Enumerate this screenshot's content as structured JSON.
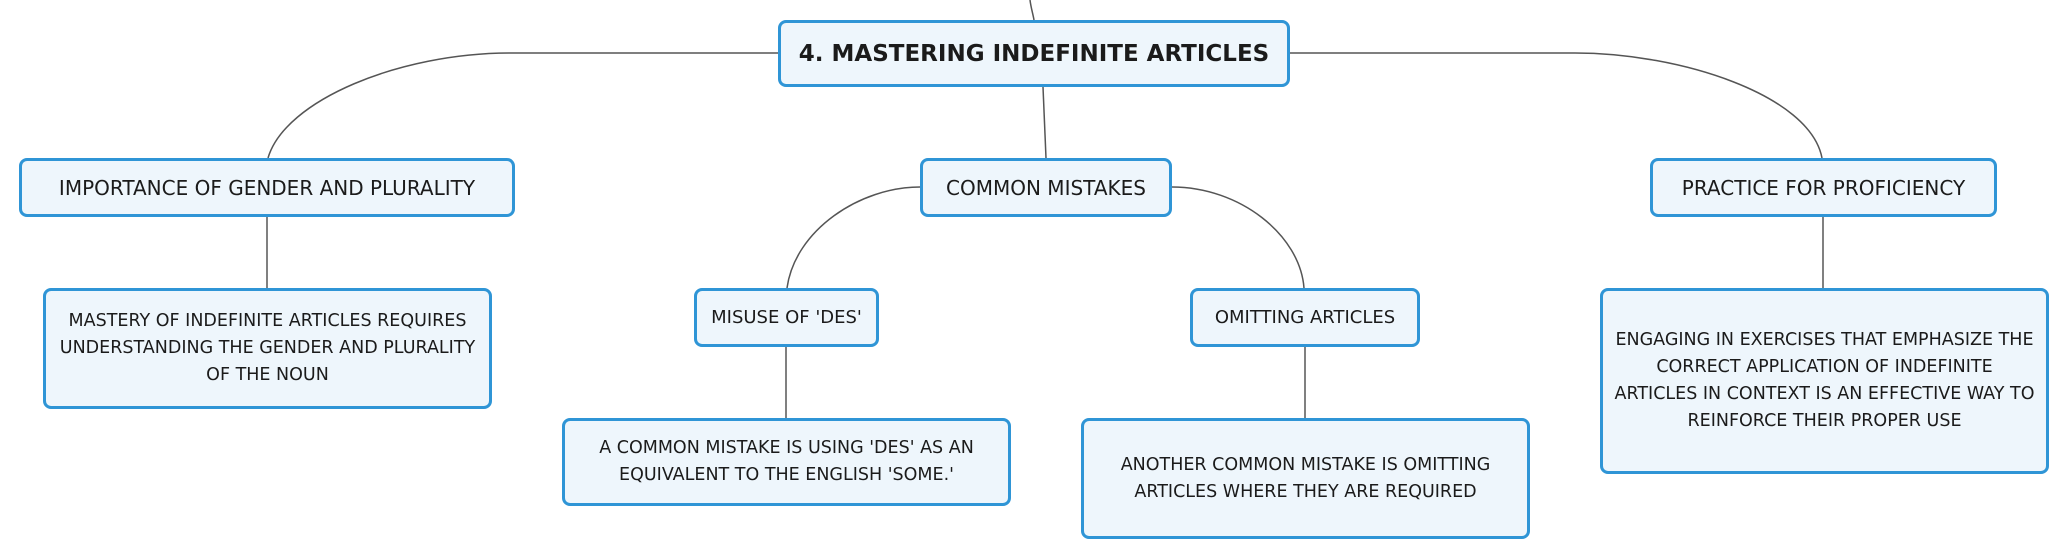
{
  "colors": {
    "border": "#2f95d6",
    "fill": "#eef6fc",
    "line": "#555555",
    "text": "#1b1b1b"
  },
  "root": {
    "label": "4. MASTERING INDEFINITE ARTICLES"
  },
  "branches": {
    "gender": {
      "label": "IMPORTANCE OF GENDER AND PLURALITY",
      "detail": "MASTERY OF INDEFINITE ARTICLES REQUIRES UNDERSTANDING THE GENDER AND PLURALITY OF THE NOUN"
    },
    "mistakes": {
      "label": "COMMON MISTAKES",
      "misuse": {
        "label": "MISUSE OF 'DES'",
        "detail": "A COMMON MISTAKE IS USING 'DES' AS AN EQUIVALENT TO THE ENGLISH 'SOME.'"
      },
      "omitting": {
        "label": "OMITTING ARTICLES",
        "detail": "ANOTHER COMMON MISTAKE IS OMITTING ARTICLES WHERE THEY ARE REQUIRED"
      }
    },
    "practice": {
      "label": "PRACTICE FOR PROFICIENCY",
      "detail": "ENGAGING IN EXERCISES THAT EMPHASIZE THE CORRECT APPLICATION OF INDEFINITE ARTICLES IN CONTEXT IS AN EFFECTIVE WAY TO REINFORCE THEIR PROPER USE"
    }
  }
}
